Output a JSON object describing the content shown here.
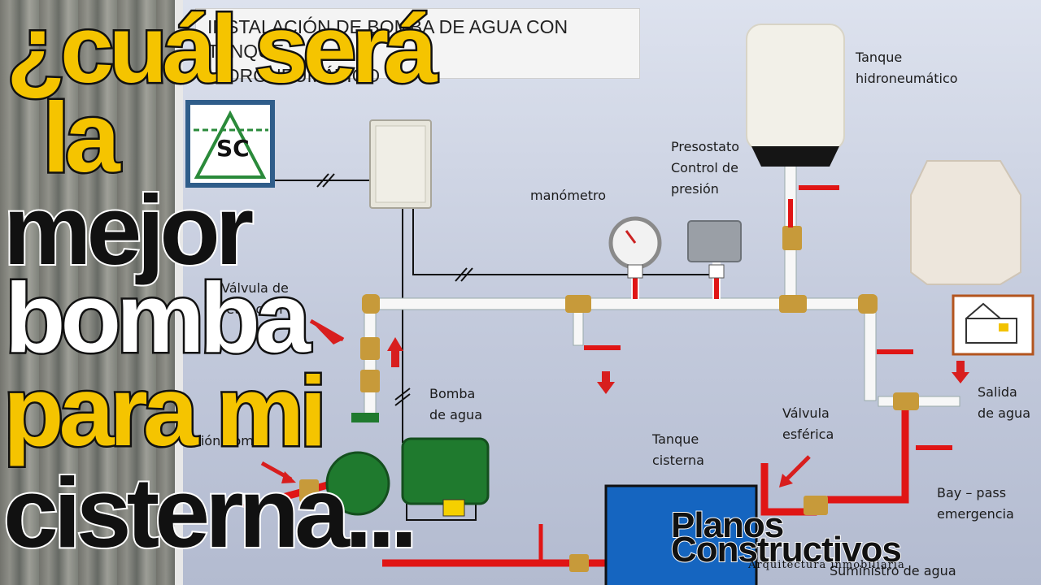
{
  "diagram_title": {
    "line1": "INSTALACIÓN DE BOMBA DE AGUA CON TANQUE",
    "line2": "HIDRONEUMÁTICO"
  },
  "labels": {
    "tanque_hidro": "Tanque\nhidroneumático",
    "presostato": "Presostato\nControl de\npresión",
    "manometro": "manómetro",
    "valvula_check": "Válvula de\nretención",
    "bomba": "Bomba\nde agua",
    "union": "Unión bomba",
    "tanque_cisterna": "Tanque\ncisterna",
    "valvula_esferica": "Válvula\nesférica",
    "salida": "Salida\nde agua",
    "bypass": "Bay – pass\nemergencia",
    "suministro": "Suministro de agua",
    "sc_symbol": "SC"
  },
  "headline": {
    "line1": "¿cuál será",
    "line2": "la",
    "line3": "mejor",
    "line4": "bomba",
    "line5": "para mi",
    "line6": "cisterna..."
  },
  "brand": {
    "line1": "Planos",
    "line2": "Constructivos",
    "tagline": "Arquitectura inmobiliaria"
  },
  "colors": {
    "headline_yellow": "#f5c400",
    "pipe_red": "#e01515",
    "pipe_white": "#f7f7f7",
    "cistern_blue": "#1565c0",
    "pump_green": "#1f7a2e",
    "arrow_red": "#d81e1e"
  }
}
